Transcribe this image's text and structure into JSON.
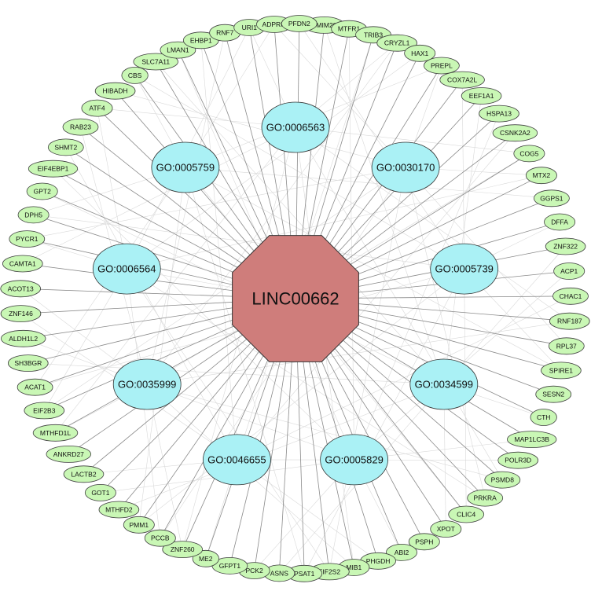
{
  "network": {
    "hub": {
      "label": "LINC00662"
    },
    "go_terms": [
      {
        "label": "GO:0006563"
      },
      {
        "label": "GO:0030170"
      },
      {
        "label": "GO:0005739"
      },
      {
        "label": "GO:0034599"
      },
      {
        "label": "GO:0005829"
      },
      {
        "label": "GO:0046655"
      },
      {
        "label": "GO:0035999"
      },
      {
        "label": "GO:0006564"
      },
      {
        "label": "GO:0005759"
      }
    ],
    "genes": [
      "SMIM20",
      "MTFR1",
      "TRIB3",
      "CRYZL1",
      "HAX1",
      "PREPL",
      "COX7A2L",
      "EEF1A1",
      "HSPA13",
      "CSNK2A2",
      "COG5",
      "MTX2",
      "GGPS1",
      "DFFA",
      "ZNF322",
      "ACP1",
      "CHAC1",
      "RNF187",
      "RPL37",
      "SPIRE1",
      "SESN2",
      "CTH",
      "MAP1LC3B",
      "POLR3D",
      "PSMD8",
      "PRKRA",
      "CLIC4",
      "XPOT",
      "PSPH",
      "ABI2",
      "PHGDH",
      "MIB1",
      "EIF2S2",
      "PSAT1",
      "ASNS",
      "PCK2",
      "GFPT1",
      "ME2",
      "ZNF260",
      "PCCB",
      "PMM1",
      "MTHFD2",
      "GOT1",
      "LACTB2",
      "ANKRD27",
      "MTHFD1L",
      "EIF2B3",
      "ACAT1",
      "SH3BGR",
      "ALDH1L2",
      "ZNF146",
      "ACOT13",
      "CAMTA1",
      "PYCR1",
      "DPH5",
      "GPT2",
      "EIF4EBP1",
      "SHMT2",
      "RAB23",
      "ATF4",
      "HIBADH",
      "CBS",
      "SLC7A11",
      "LMAN1",
      "EHBP1",
      "RNF7",
      "URI1",
      "ADPRM",
      "PFDN2"
    ],
    "colors": {
      "gene_fill": "#c9f7b5",
      "go_fill": "#aaf1f5",
      "hub_fill": "#cf7d7b",
      "edge": "#8a8a8a"
    }
  }
}
